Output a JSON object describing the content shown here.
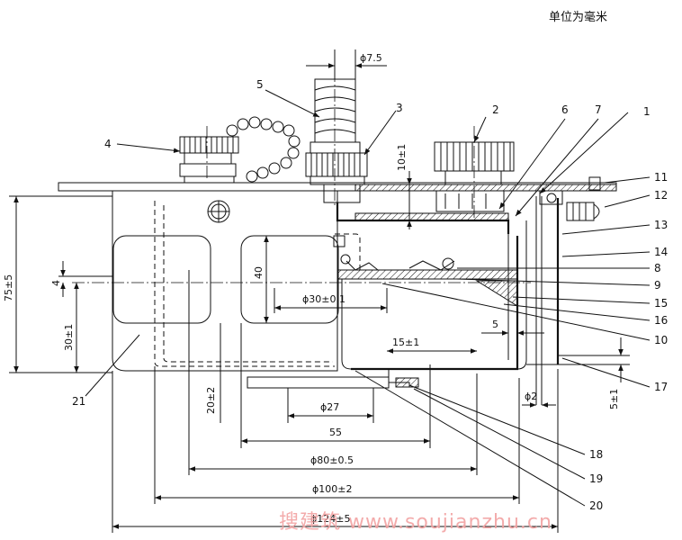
{
  "unit_note": "单位为毫米",
  "watermark": "搜建筑 www.soujianzhu.cn",
  "dimensions": {
    "d_phi7_5": "ϕ7.5",
    "d_10pm1": "10±1",
    "d_75pm5": "75±5",
    "d_40": "40",
    "d_4": "4",
    "d_30pm1": "30±1",
    "d_phi30": "ϕ30±0.1",
    "d_5": "5",
    "d_15pm1": "15±1",
    "d_20pm2": "20±2",
    "d_phi2": "ϕ2",
    "d_5pm1": "5±1",
    "d_phi27": "ϕ27",
    "d_55": "55",
    "d_phi80": "ϕ80±0.5",
    "d_phi100": "ϕ100±2",
    "d_phi124": "ϕ124±5"
  },
  "callouts": [
    "1",
    "2",
    "3",
    "4",
    "5",
    "6",
    "7",
    "8",
    "9",
    "10",
    "11",
    "12",
    "13",
    "14",
    "15",
    "16",
    "17",
    "18",
    "19",
    "20",
    "21"
  ]
}
